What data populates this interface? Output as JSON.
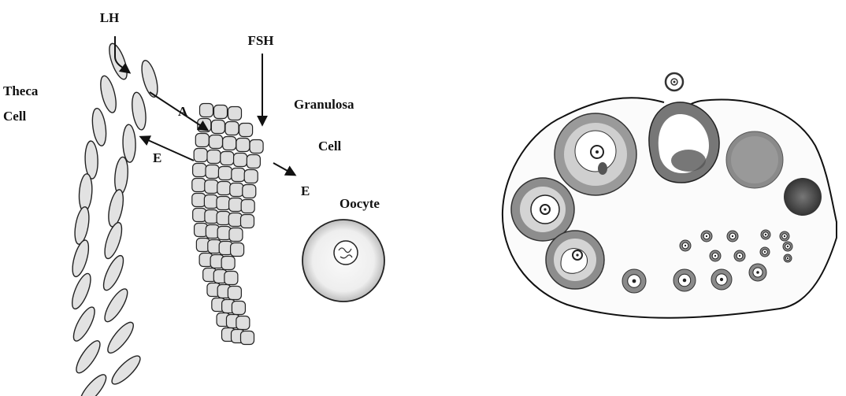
{
  "left_diagram": {
    "labels": {
      "lh": "LH",
      "fsh": "FSH",
      "theca_line1": "Theca",
      "theca_line2": "Cell",
      "granulosa_line1": "Granulosa",
      "granulosa_line2": "Cell",
      "oocyte": "Oocyte",
      "arrow_a": "A",
      "arrow_e_back": "E",
      "arrow_e_out": "E"
    }
  },
  "colors": {
    "ink": "#111111",
    "cell_fill": "#e6e6e6",
    "granulosa_fill": "#d9d9d9",
    "stroma": "#c8c8c8",
    "dark_tissue": "#4a4a4a"
  }
}
